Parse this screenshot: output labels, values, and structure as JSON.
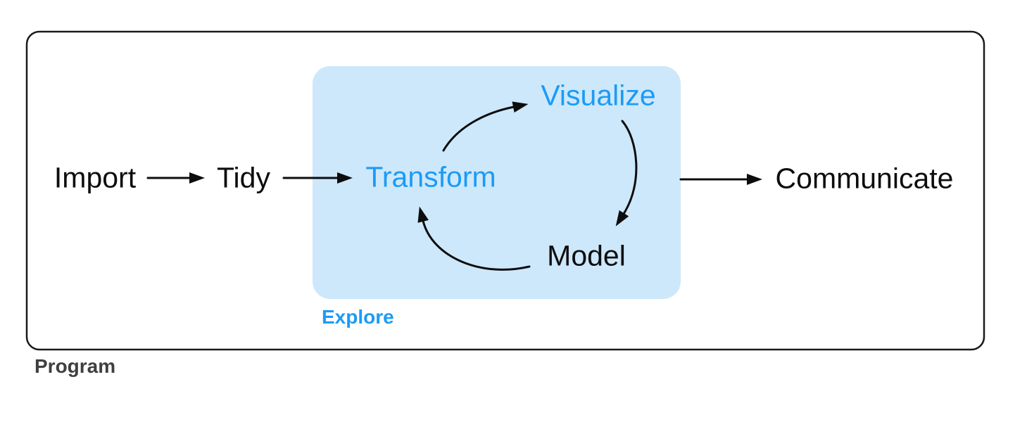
{
  "colors": {
    "accent_blue": "#1C9BF5",
    "explore_fill": "#CDE8FB",
    "ink": "#0D0D0D",
    "outer_border": "#1A1A1A",
    "program_text": "#3F3F3F",
    "background": "#FFFFFF"
  },
  "diagram": {
    "nodes": [
      {
        "id": "import",
        "label": "Import",
        "color": "black"
      },
      {
        "id": "tidy",
        "label": "Tidy",
        "color": "black"
      },
      {
        "id": "transform",
        "label": "Transform",
        "color": "blue"
      },
      {
        "id": "visualize",
        "label": "Visualize",
        "color": "blue"
      },
      {
        "id": "model",
        "label": "Model",
        "color": "black"
      },
      {
        "id": "communicate",
        "label": "Communicate",
        "color": "black"
      }
    ],
    "group_labels": [
      {
        "id": "explore",
        "label": "Explore"
      },
      {
        "id": "program",
        "label": "Program"
      }
    ],
    "edges": [
      {
        "from": "Import",
        "to": "Tidy",
        "style": "straight"
      },
      {
        "from": "Tidy",
        "to": "Transform",
        "style": "straight"
      },
      {
        "from": "Transform",
        "to": "Visualize",
        "style": "curved"
      },
      {
        "from": "Visualize",
        "to": "Model",
        "style": "curved"
      },
      {
        "from": "Model",
        "to": "Transform",
        "style": "curved"
      },
      {
        "from": "Explore",
        "to": "Communicate",
        "style": "straight"
      }
    ]
  }
}
